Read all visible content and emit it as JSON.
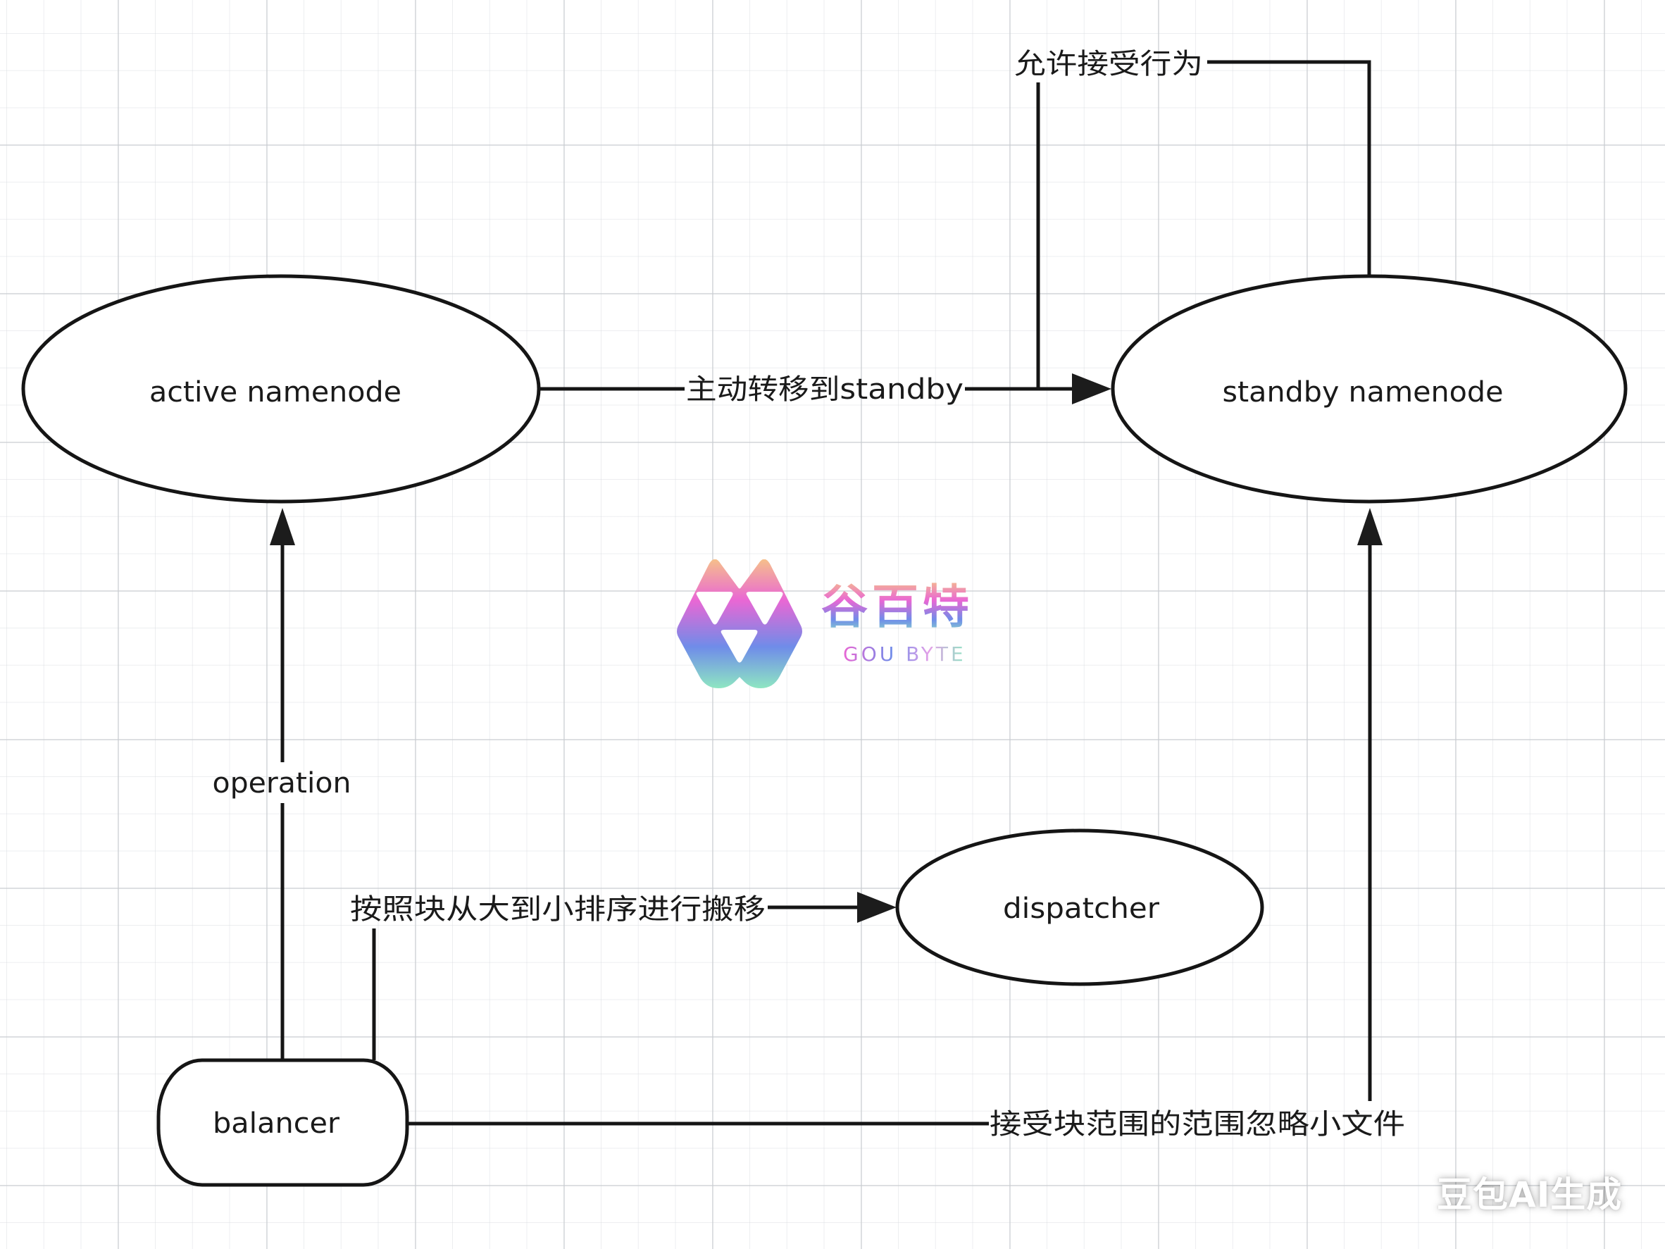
{
  "diagram": {
    "nodes": {
      "active_namenode": {
        "label": "active namenode",
        "shape": "ellipse"
      },
      "standby_namenode": {
        "label": "standby namenode",
        "shape": "ellipse"
      },
      "dispatcher": {
        "label": "dispatcher",
        "shape": "ellipse"
      },
      "balancer": {
        "label": "balancer",
        "shape": "rounded-rectangle"
      }
    },
    "edges": {
      "active_to_standby": {
        "from": "active namenode",
        "to": "standby namenode",
        "label": "主动转移到standby"
      },
      "allow_accept": {
        "from": "standby namenode",
        "to": "active→standby edge",
        "label": "允许接受行为"
      },
      "balancer_to_active": {
        "from": "balancer",
        "to": "active namenode",
        "label": "operation"
      },
      "balancer_to_dispatcher": {
        "from": "balancer",
        "to": "dispatcher",
        "label": "按照块从大到小排序进行搬移"
      },
      "balancer_to_standby": {
        "from": "balancer",
        "to": "standby namenode",
        "label": "接受块范围的范围忽略小文件"
      }
    }
  },
  "logo": {
    "icon": "gou-byte-logo-icon",
    "name_cn": "谷百特",
    "name_en": "GOU BYTE",
    "gradient_colors": [
      "#f6c08a",
      "#e967d4",
      "#6f8ce9",
      "#8ee6c2"
    ]
  },
  "watermark": {
    "text": "豆包AI生成"
  },
  "colors": {
    "stroke": "#151515",
    "background": "#ffffff",
    "grid": "#d0d4d8"
  }
}
